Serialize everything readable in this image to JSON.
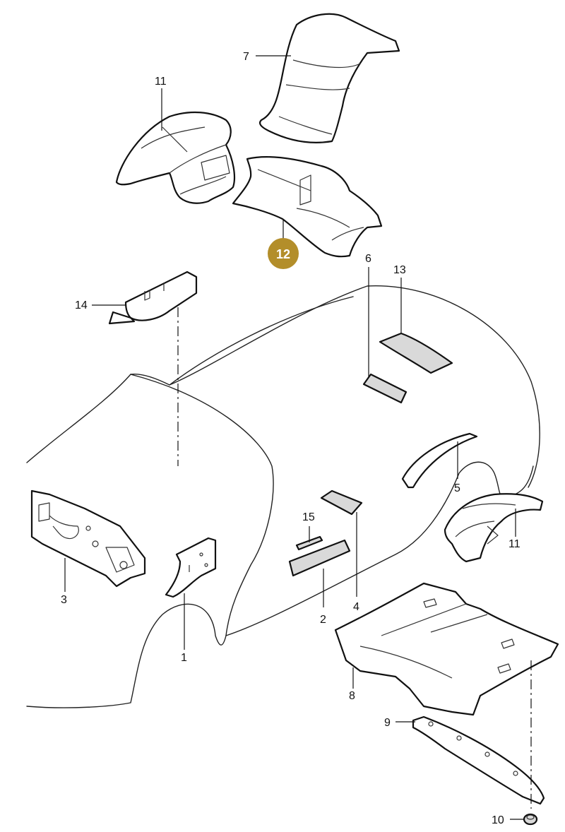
{
  "diagram": {
    "part_labels": {
      "p1": "1",
      "p2": "2",
      "p3": "3",
      "p4": "4",
      "p5": "5",
      "p6": "6",
      "p7": "7",
      "p8": "8",
      "p9": "9",
      "p10": "10",
      "p11a": "11",
      "p11b": "11",
      "p13": "13",
      "p14": "14",
      "p15": "15"
    },
    "highlight": {
      "label": "12",
      "color": "#b38e2a"
    }
  }
}
